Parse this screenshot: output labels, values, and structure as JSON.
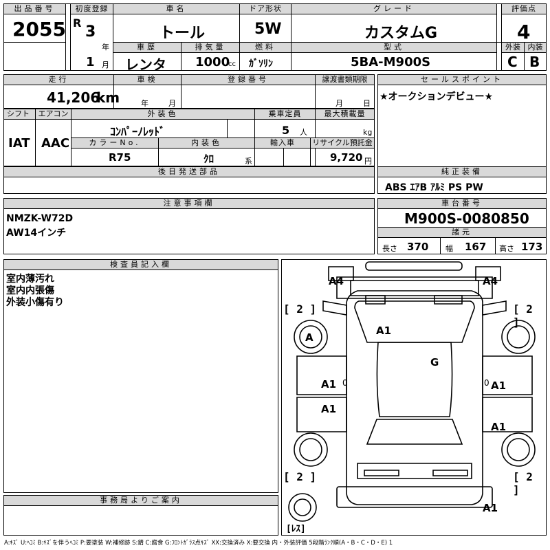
{
  "header": {
    "lot_no_label": "出品番号",
    "lot_no": "2055",
    "first_reg_label": "初度登録",
    "era": "R",
    "year": "3",
    "year_unit": "年",
    "month": "1",
    "month_unit": "月",
    "car_name_label": "車名",
    "car_name": "トール",
    "door_label": "ドア形状",
    "door": "5W",
    "grade_label": "グレード",
    "grade": "カスタムG",
    "score_label": "評価点",
    "score": "4",
    "history_label": "車歴",
    "history": "レンタ",
    "displacement_label": "排気量",
    "displacement": "1000",
    "displacement_unit": "cc",
    "fuel_label": "燃料",
    "fuel": "ｶﾞｿﾘﾝ",
    "model_code_label": "型式",
    "model_code": "5BA-M900S",
    "exterior_label": "外装",
    "exterior_grade": "C",
    "interior_label": "内装",
    "interior_grade": "B"
  },
  "row2": {
    "mileage_label": "走行",
    "mileage": "41,206",
    "mileage_unit": "km",
    "inspection_label": "車検",
    "inspection_year_unit": "年",
    "inspection_month_unit": "月",
    "reg_no_label": "登録番号",
    "transfer_label": "譲渡書類期限",
    "transfer_month_unit": "月",
    "transfer_day_unit": "日",
    "sales_point_label": "セールスポイント",
    "sales_point": "★オークションデビュー★"
  },
  "row3": {
    "shift_label": "シフト",
    "shift": "IAT",
    "aircon_label": "エアコン",
    "aircon": "AAC",
    "ext_color_label": "外装色",
    "ext_color": "ｺﾝﾊﾟｰﾉﾚｯﾄﾞ",
    "capacity_label": "乗車定員",
    "capacity": "5",
    "capacity_unit": "人",
    "max_load_label": "最大積載量",
    "max_load_unit": "kg",
    "color_no_label": "カラーNo.",
    "color_no": "R75",
    "int_color_label": "内装色",
    "int_color": "ｸﾛ",
    "int_color_unit": "系",
    "import_label": "輸入車",
    "recycle_label": "リサイクル預託金",
    "recycle": "9,720",
    "recycle_unit": "円"
  },
  "row4": {
    "later_parts_label": "後日発送部品",
    "equipment_label": "純正装備",
    "equipment": "ABS ｴｱB ｱﾙﾐ PS PW"
  },
  "notes": {
    "label": "注意事項欄",
    "line1": "NMZK-W72D",
    "line2": "AW14インチ",
    "chassis_label": "車台番号",
    "chassis": "M900S-0080850",
    "spec_label": "諸元",
    "length_label": "長さ",
    "length": "370",
    "width_label": "幅",
    "width": "167",
    "height_label": "高さ",
    "height": "173"
  },
  "inspector": {
    "label": "検査員記入欄",
    "line1": "室内薄汚れ",
    "line2": "室内内張傷",
    "line3": "外装小傷有り"
  },
  "office": {
    "label": "事務局よりご案内"
  },
  "diagram": {
    "marks": {
      "a4_left": "A4",
      "a4_right": "A4",
      "b2_tl": "[ 2 ]",
      "b2_tr": "[ 2 ]",
      "b2_bl": "[ 2 ]",
      "b2_br": "[ 2 ]",
      "a_wheel": "A",
      "a1_roof": "A1",
      "g_glass": "G",
      "a1_lf": "A1",
      "a1_lr": "A1",
      "a1_rf": "A1",
      "a1_rr": "A1",
      "zero_l": "0",
      "zero_r": "0",
      "a1_rear": "A1",
      "spare": "[ﾚｽ]"
    }
  },
  "legend": "A:ｷｽﾞ U:ﾍｺﾐ B:ｷｽﾞを伴うﾍｺﾐ P:要塗装 W:補修跡 S:錆 C:腐食 G:ﾌﾛﾝﾄｶﾞﾗｽ点ｷｽﾞ XX:交換済み X:要交換 内・外装評価 5段階ﾗﾝｸ順(A・B・C・D・E) 1"
}
